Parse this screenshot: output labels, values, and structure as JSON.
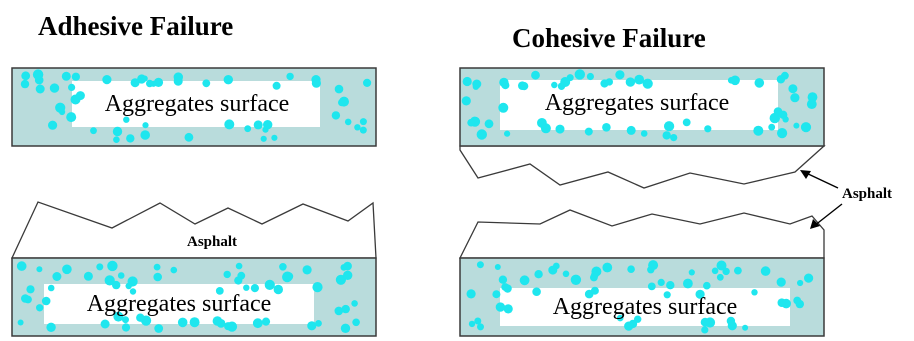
{
  "adhesive": {
    "title": "Adhesive  Failure",
    "top_surface_label": "Aggregates surface",
    "bottom_surface_label": "Aggregates surface",
    "asphalt_label": "Asphalt"
  },
  "cohesive": {
    "title": "Cohesive  Failure",
    "top_surface_label": "Aggregates surface",
    "bottom_surface_label": "Aggregates surface",
    "asphalt_label": "Asphalt"
  },
  "colors": {
    "aggregate_fill": "#b9dcdc",
    "particle": "#1fe6ee",
    "outline": "#3a3a3a"
  }
}
